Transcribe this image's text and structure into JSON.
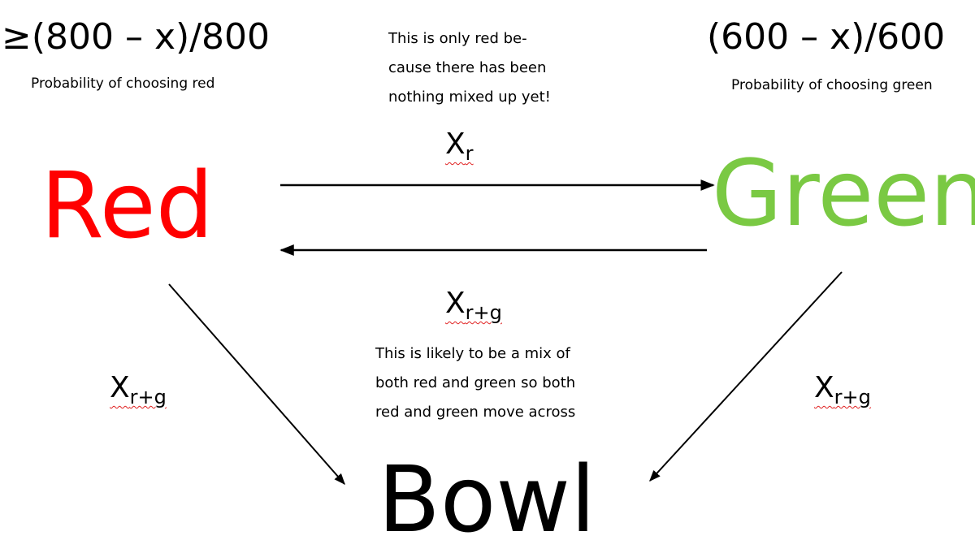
{
  "red": {
    "formula": "≥(800 – x)/800",
    "caption": "Probability of choosing red",
    "label": "Red",
    "color": "#ff0000"
  },
  "green": {
    "formula": "(600 – x)/600",
    "caption": "Probability of choosing green",
    "label": "Green",
    "color": "#7ac943"
  },
  "top_note": {
    "lines": [
      "This is only red be-",
      "cause there has been",
      "nothing mixed up yet!"
    ]
  },
  "middle_note": {
    "lines": [
      "This is likely to be a mix of",
      "both red and green so both",
      "red and green move across"
    ]
  },
  "bowl": {
    "label": "Bowl"
  },
  "flows": {
    "red_to_green": {
      "base": "X",
      "sub": "r"
    },
    "green_to_red": {
      "base": "X",
      "sub": "r+g"
    },
    "red_to_bowl": {
      "base": "X",
      "sub": "r+g"
    },
    "green_to_bowl": {
      "base": "X",
      "sub": "r+g"
    }
  }
}
